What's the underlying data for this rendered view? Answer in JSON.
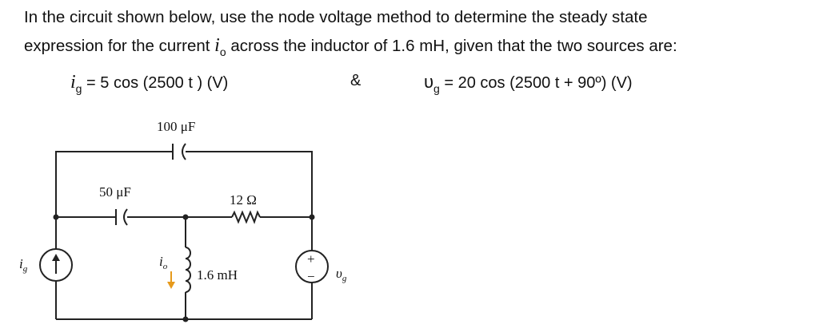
{
  "question": {
    "line1": "In the circuit shown below, use the node voltage method to determine the steady state",
    "line2_pre": "expression for the current ",
    "line2_sym": "i",
    "line2_sub": "o",
    "line2_post": " across the inductor of 1.6 mH, given that the two sources are:"
  },
  "sources": {
    "ig_sym": "i",
    "ig_sub": "g",
    "ig_expr": " = 5 cos (2500 t )  (V)",
    "amp": "&",
    "vg_sym": "υ",
    "vg_sub": "g",
    "vg_expr": " = 20 cos (2500 t + 90º)  (V)"
  },
  "circuit": {
    "c_top_label": "100 μF",
    "c_left_label": "50 μF",
    "r_label": "12 Ω",
    "l_label": "1.6 mH",
    "io_label": "i",
    "io_sub": "o",
    "ig_label": "i",
    "ig_sub": "g",
    "vg_label": "υ",
    "vg_sub": "g",
    "plus": "+",
    "minus": "−",
    "colors": {
      "wire": "#222222",
      "arrow": "#e69a1c"
    }
  }
}
